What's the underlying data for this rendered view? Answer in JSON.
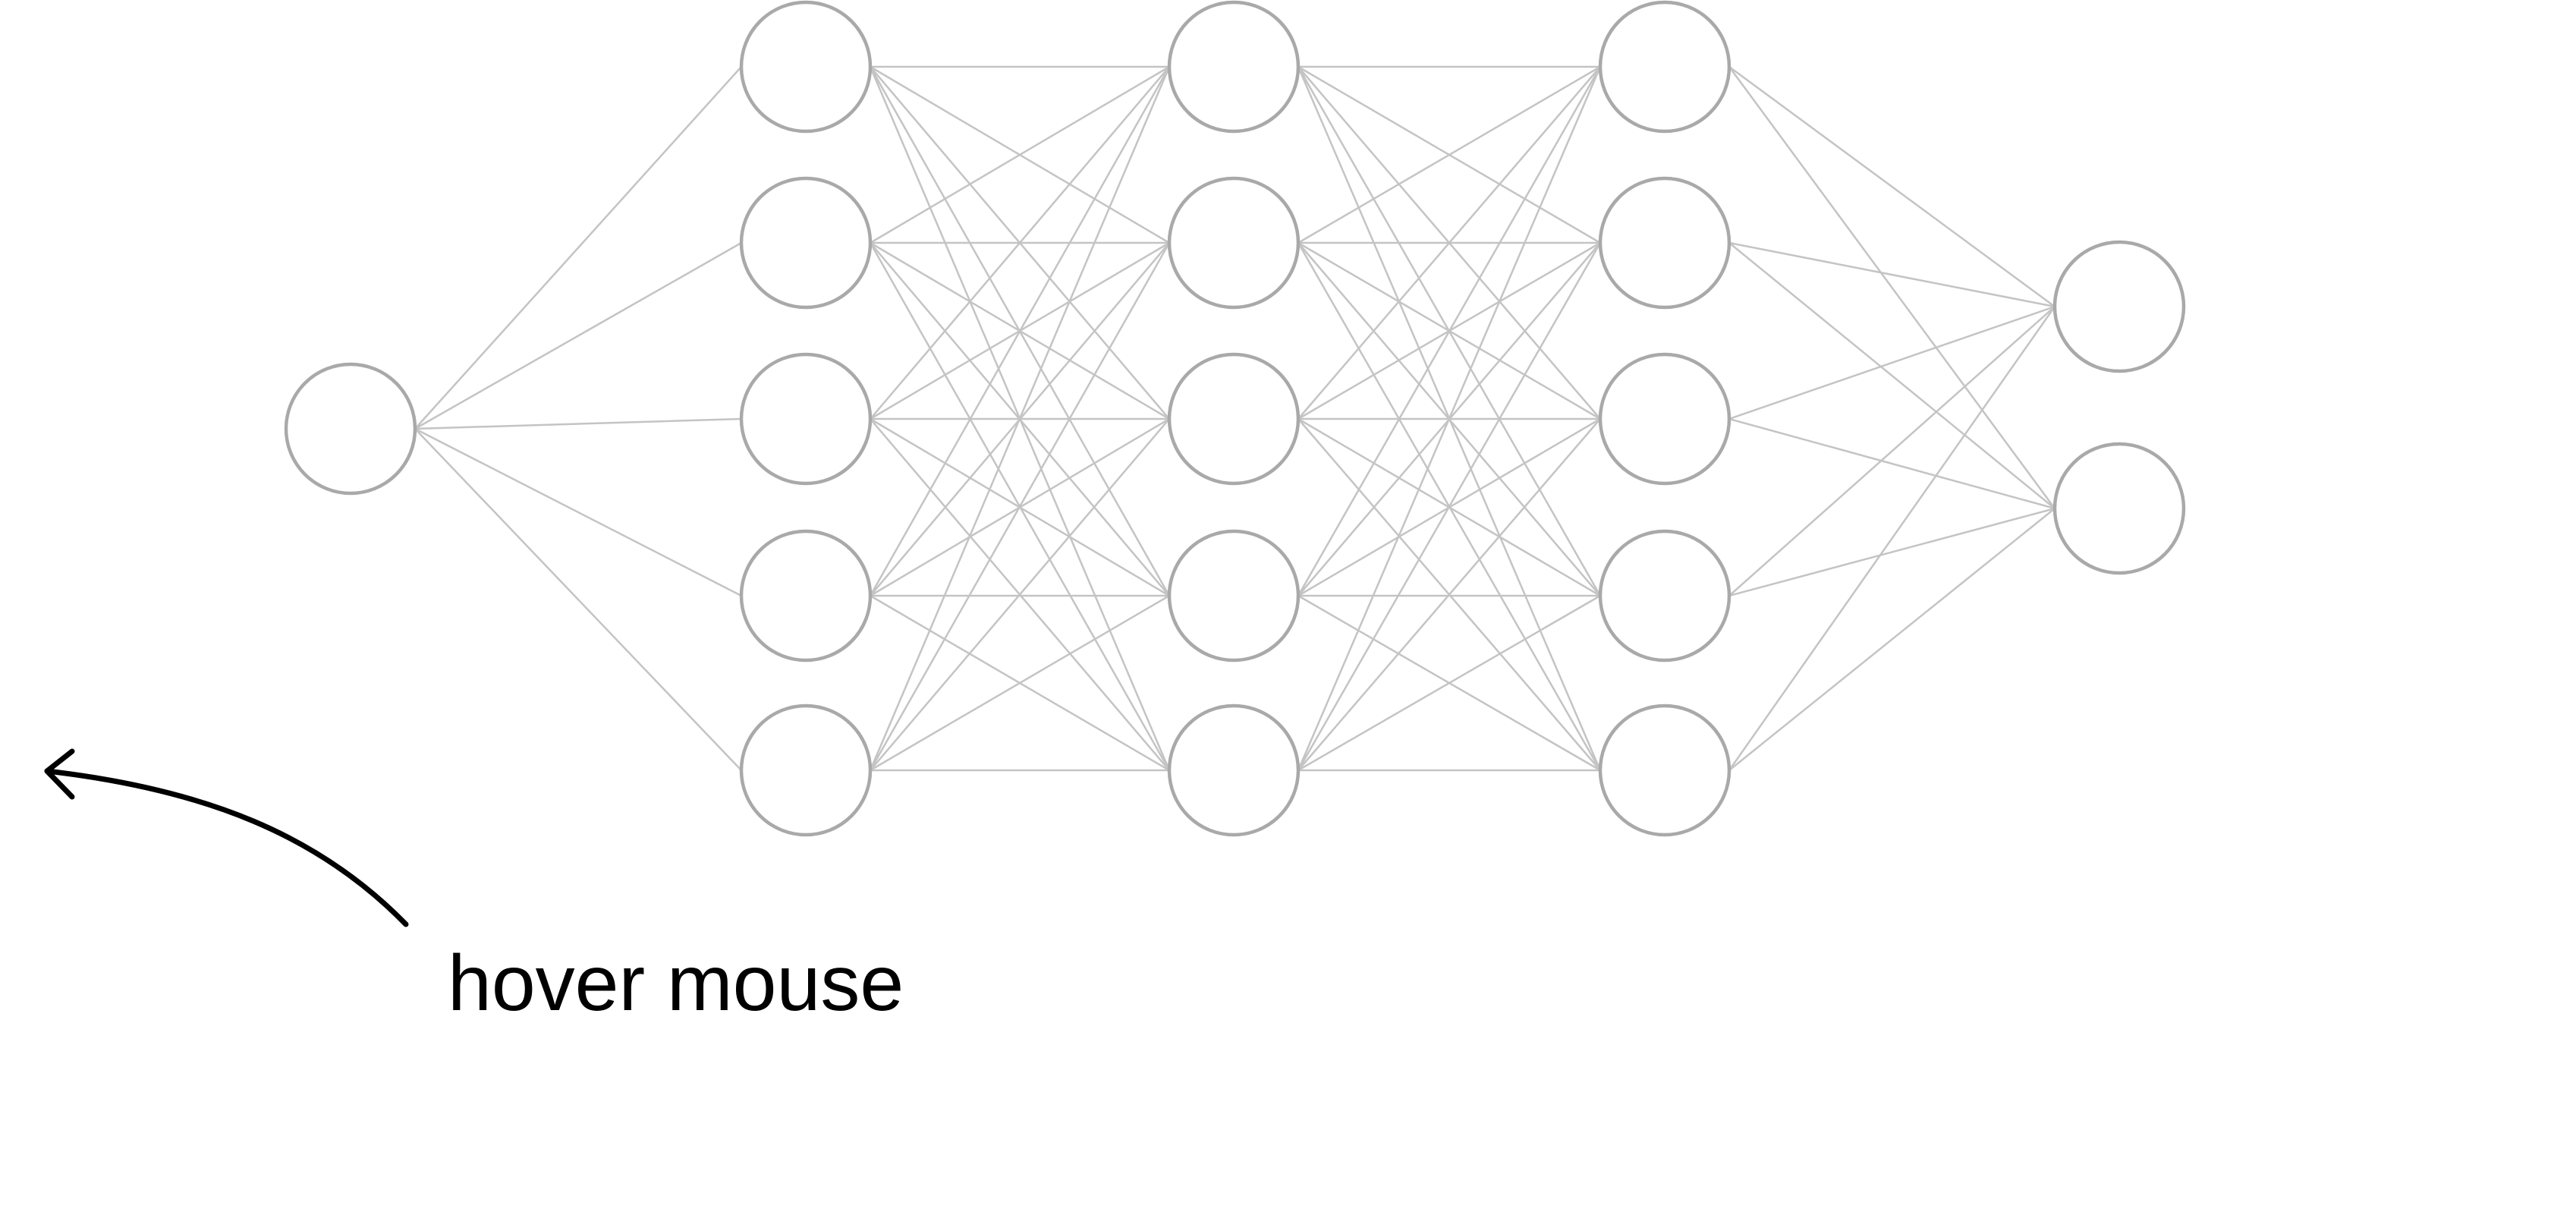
{
  "diagram": {
    "type": "fully-connected-neural-network",
    "layers": [
      1,
      5,
      5,
      5,
      2
    ],
    "colors": {
      "background": "#ffffff",
      "node_stroke": "#a9a9a9",
      "edge_stroke": "#c4c4c4",
      "annotation": "#000000"
    }
  },
  "annotation": {
    "text": "hover mouse",
    "arrow_icon": "curved-arrow-left-icon"
  }
}
